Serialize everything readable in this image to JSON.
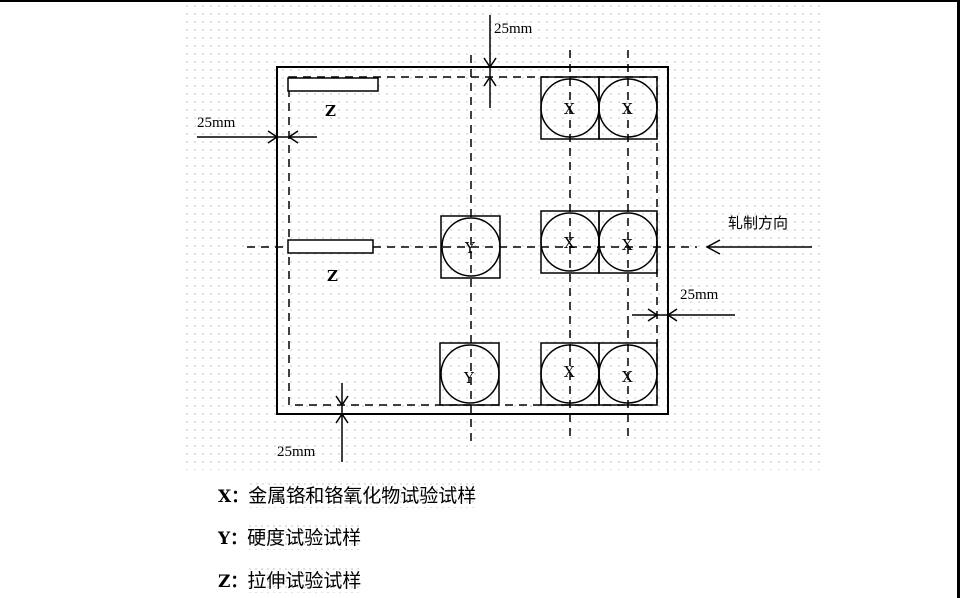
{
  "diagram": {
    "dimension_label": "25mm",
    "rolling_direction": "轧制方向",
    "sample_labels": {
      "x": "X",
      "y": "Y",
      "z": "Z"
    }
  },
  "legend": [
    {
      "key": "X：",
      "text": "金属铬和铬氧化物试验试样"
    },
    {
      "key": "Y：",
      "text": "硬度试验试样"
    },
    {
      "key": "Z：",
      "text": "拉伸试验试样"
    }
  ]
}
